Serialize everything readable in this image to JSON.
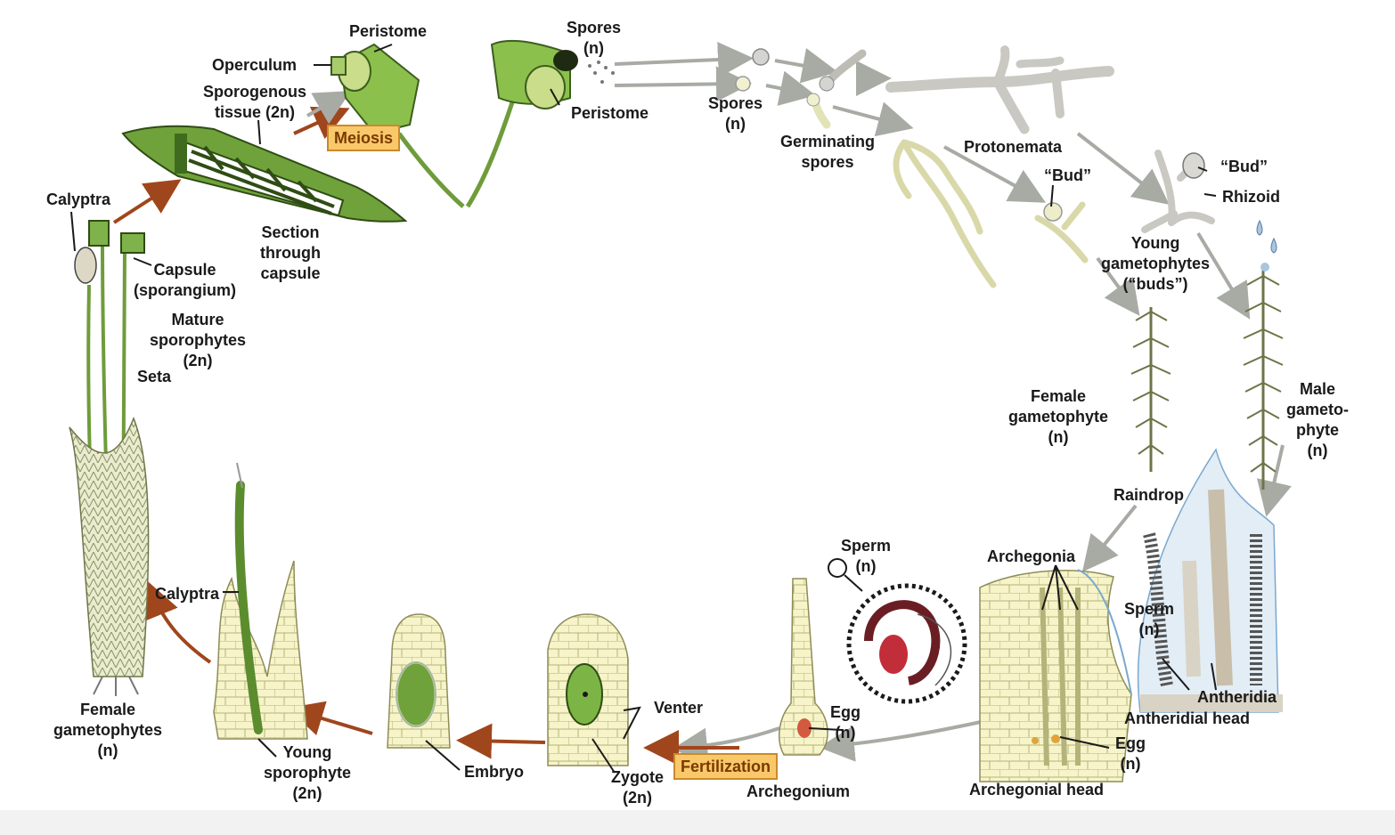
{
  "labels": {
    "peristome_top": "Peristome",
    "operculum": "Operculum",
    "sporogenous": [
      "Sporogenous",
      "tissue (2n)"
    ],
    "spores_top": [
      "Spores",
      "(n)"
    ],
    "peristome_mid": "Peristome",
    "spores_mid": [
      "Spores",
      "(n)"
    ],
    "germinating": [
      "Germinating",
      "spores"
    ],
    "protonemata": "Protonemata",
    "bud_right": "“Bud”",
    "rhizoid": "Rhizoid",
    "bud_mid": "“Bud”",
    "calyptra_top": "Calyptra",
    "capsule": [
      "Capsule",
      "(sporangium)"
    ],
    "section": [
      "Section",
      "through",
      "capsule"
    ],
    "mature": [
      "Mature",
      "sporophytes",
      "(2n)"
    ],
    "seta": "Seta",
    "young_gametophytes": [
      "Young",
      "gametophytes",
      "(“buds”)"
    ],
    "female_gametophyte": [
      "Female",
      "gametophyte",
      "(n)"
    ],
    "male_gametophyte": [
      "Male",
      "gameto-",
      "phyte",
      "(n)"
    ],
    "raindrop": "Raindrop",
    "sperm_top": [
      "Sperm",
      "(n)"
    ],
    "archegonia": "Archegonia",
    "sperm_right": [
      "Sperm",
      "(n)"
    ],
    "antheridia": "Antheridia",
    "antheridial_head": "Antheridial head",
    "calyptra_mid": "Calyptra",
    "venter": "Venter",
    "egg_mid": [
      "Egg",
      "(n)"
    ],
    "egg_right": [
      "Egg",
      "(n)"
    ],
    "female_gametophytes": [
      "Female",
      "gametophytes",
      "(n)"
    ],
    "young_sporophyte": [
      "Young",
      "sporophyte",
      "(2n)"
    ],
    "embryo": "Embryo",
    "zygote": [
      "Zygote",
      "(2n)"
    ],
    "archegonium": "Archegonium",
    "archegonial_head": "Archegonial head"
  },
  "boxes": {
    "meiosis": "Meiosis",
    "fertilization": "Fertilization"
  },
  "colors": {
    "diploid_arrow": "#a0461c",
    "haploid_arrow": "#a7aba4",
    "plant_green": "#7fb24a",
    "pale_cell": "#f3f1c2",
    "box_fill": "#f9c86a"
  }
}
